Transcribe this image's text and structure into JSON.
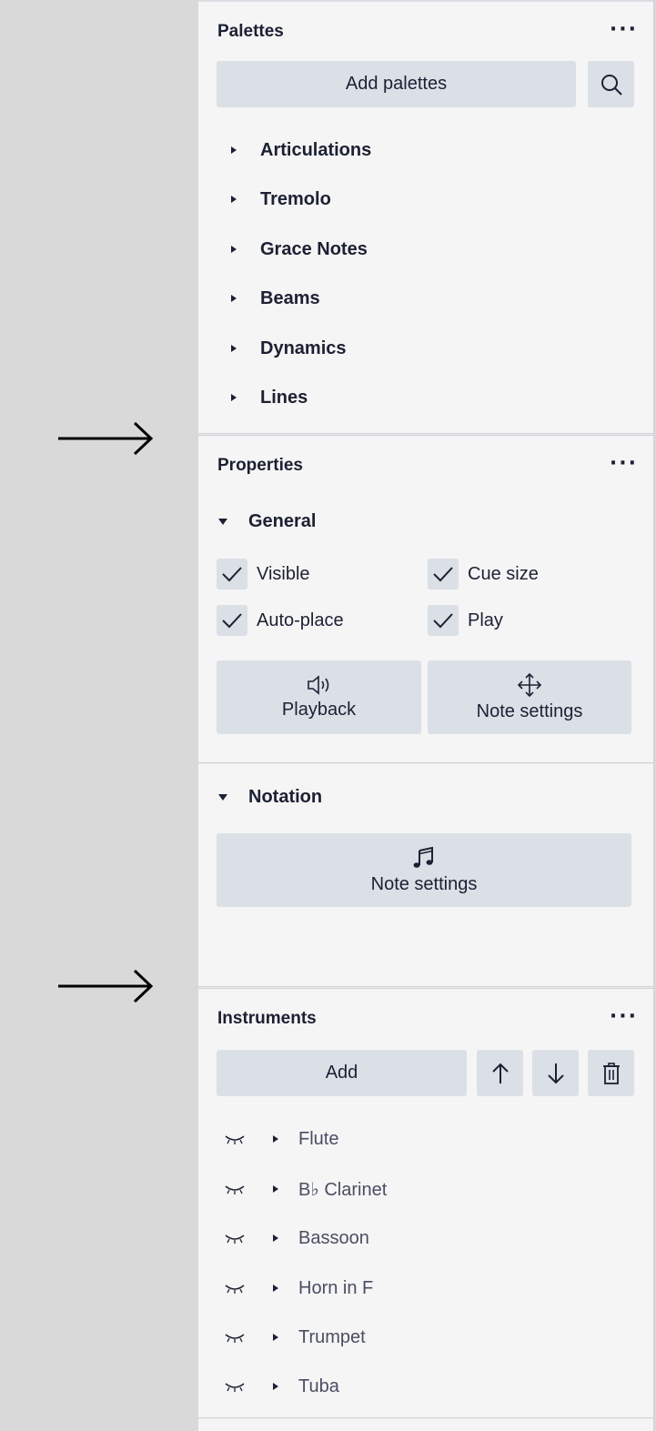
{
  "palettes": {
    "title": "Palettes",
    "more_label": "···",
    "add_button": "Add palettes",
    "search_icon": "search-icon",
    "items": [
      {
        "label": "Articulations"
      },
      {
        "label": "Tremolo"
      },
      {
        "label": "Grace Notes"
      },
      {
        "label": "Beams"
      },
      {
        "label": "Dynamics"
      },
      {
        "label": "Lines"
      }
    ]
  },
  "properties": {
    "title": "Properties",
    "more_label": "···",
    "general": {
      "label": "General",
      "checkboxes": [
        {
          "label": "Visible",
          "checked": true
        },
        {
          "label": "Cue size",
          "checked": true
        },
        {
          "label": "Auto-place",
          "checked": true
        },
        {
          "label": "Play",
          "checked": true
        }
      ],
      "buttons": [
        {
          "label": "Playback",
          "icon": "speaker-icon"
        },
        {
          "label": "Note settings",
          "icon": "move-icon"
        }
      ]
    },
    "notation": {
      "label": "Notation",
      "button": {
        "label": "Note settings",
        "icon": "music-note-icon"
      }
    }
  },
  "instruments": {
    "title": "Instruments",
    "more_label": "···",
    "add_button": "Add",
    "items": [
      {
        "label": "Flute"
      },
      {
        "label": "B♭ Clarinet"
      },
      {
        "label": "Bassoon"
      },
      {
        "label": "Horn in F"
      },
      {
        "label": "Trumpet"
      },
      {
        "label": "Tuba"
      }
    ]
  },
  "colors": {
    "panel_bg": "#f5f5f5",
    "button_bg": "#dbdfe6",
    "text": "#1c2033",
    "outer_bg": "#d9d9d9"
  }
}
